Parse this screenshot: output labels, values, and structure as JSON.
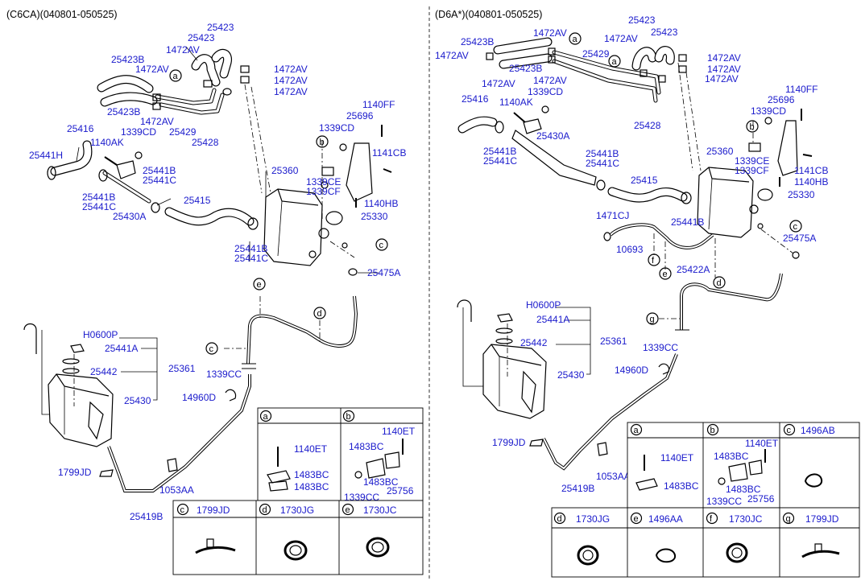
{
  "headers": {
    "left": "(C6CA)(040801-050525)",
    "right": "(D6A*)(040801-050525)"
  },
  "left_labels": {
    "p25423a": "25423",
    "p25423b": "25423",
    "p25423B": "25423B",
    "p1472av_1": "1472AV",
    "p1472av_2": "1472AV",
    "p1472av_3": "1472AV",
    "p1472av_4": "1472AV",
    "p1472av_5": "1472AV",
    "p1472av_6": "1472AV",
    "p25423B_2": "25423B",
    "p25429": "25429",
    "p25428": "25428",
    "p25416": "25416",
    "p1339cd": "1339CD",
    "p1140ak": "1140AK",
    "p25441h": "25441H",
    "p25441b_1": "25441B",
    "p25441c_1": "25441C",
    "p25441b_2": "25441B",
    "p25441c_2": "25441C",
    "p25430a": "25430A",
    "p25415": "25415",
    "p25360": "25360",
    "p1339cd_2": "1339CD",
    "p25696": "25696",
    "p1140ff": "1140FF",
    "p1141cb": "1141CB",
    "p1339ce": "1339CE",
    "p1339cf": "1339CF",
    "p1140hb": "1140HB",
    "p25330": "25330",
    "p25441b_3": "25441B",
    "p25441c_3": "25441C",
    "p25475a": "25475A",
    "ph0600p": "H0600P",
    "p25441a": "25441A",
    "p25442": "25442",
    "p25361": "25361",
    "p25430": "25430",
    "p1339cc": "1339CC",
    "p14960d": "14960D",
    "p1799jd": "1799JD",
    "p1053aa": "1053AA",
    "p25419b": "25419B"
  },
  "right_labels": {
    "p25423B": "25423B",
    "p1472av_1": "1472AV",
    "p1472av_2": "1472AV",
    "p25423B_2": "25423B",
    "p1472av_3": "1472AV",
    "p1472av_4": "1472AV",
    "p25429": "25429",
    "p1472av_5": "1472AV",
    "p25423": "25423",
    "p25423_2": "25423",
    "p1472av_6": "1472AV",
    "p1472av_7": "1472AV",
    "p1472av_8": "1472AV",
    "p25428": "25428",
    "p25416": "25416",
    "p1140ak": "1140AK",
    "p1339cd": "1339CD",
    "p25441b_1": "25441B",
    "p25441c_1": "25441C",
    "p25430a": "25430A",
    "p25441b_2": "25441B",
    "p25441c_2": "25441C",
    "p25415": "25415",
    "p1140ff": "1140FF",
    "p25696": "25696",
    "p1339cd_2": "1339CD",
    "p25360": "25360",
    "p1339ce": "1339CE",
    "p1339cf": "1339CF",
    "p1141cb": "1141CB",
    "p1140hb": "1140HB",
    "p25330": "25330",
    "p1471cj": "1471CJ",
    "p25441b_3": "25441B",
    "p10693": "10693",
    "p25422a": "25422A",
    "p25475a": "25475A",
    "ph0600p": "H0600P",
    "p25441a": "25441A",
    "p25442": "25442",
    "p25361": "25361",
    "p25430": "25430",
    "p1339cc": "1339CC",
    "p14960d": "14960D",
    "p1799jd": "1799JD",
    "p1053aa": "1053AA",
    "p25419b": "25419B"
  },
  "callouts": {
    "a": "a",
    "b": "b",
    "c": "c",
    "d": "d",
    "e": "e",
    "f": "f",
    "g": "g"
  },
  "left_table": {
    "a_header": "a",
    "b_header": "b",
    "a_1140et": "1140ET",
    "a_1483bc_1": "1483BC",
    "a_1483bc_2": "1483BC",
    "b_1140et": "1140ET",
    "b_1483bc_1": "1483BC",
    "b_1483bc_2": "1483BC",
    "b_1339cc": "1339CC",
    "b_25756": "25756",
    "c_letter": "c",
    "c_part": "1799JD",
    "d_letter": "d",
    "d_part": "1730JG",
    "e_letter": "e",
    "e_part": "1730JC"
  },
  "right_table": {
    "a_letter": "a",
    "b_letter": "b",
    "c_letter": "c",
    "c_part": "1496AB",
    "a_1140et": "1140ET",
    "a_1483bc": "1483BC",
    "b_1140et": "1140ET",
    "b_1483bc_1": "1483BC",
    "b_1483bc_2": "1483BC",
    "b_1339cc": "1339CC",
    "b_25756": "25756",
    "d_letter": "d",
    "d_part": "1730JG",
    "e_letter": "e",
    "e_part": "1496AA",
    "f_letter": "f",
    "f_part": "1730JC",
    "g_letter": "g",
    "g_part": "1799JD"
  }
}
